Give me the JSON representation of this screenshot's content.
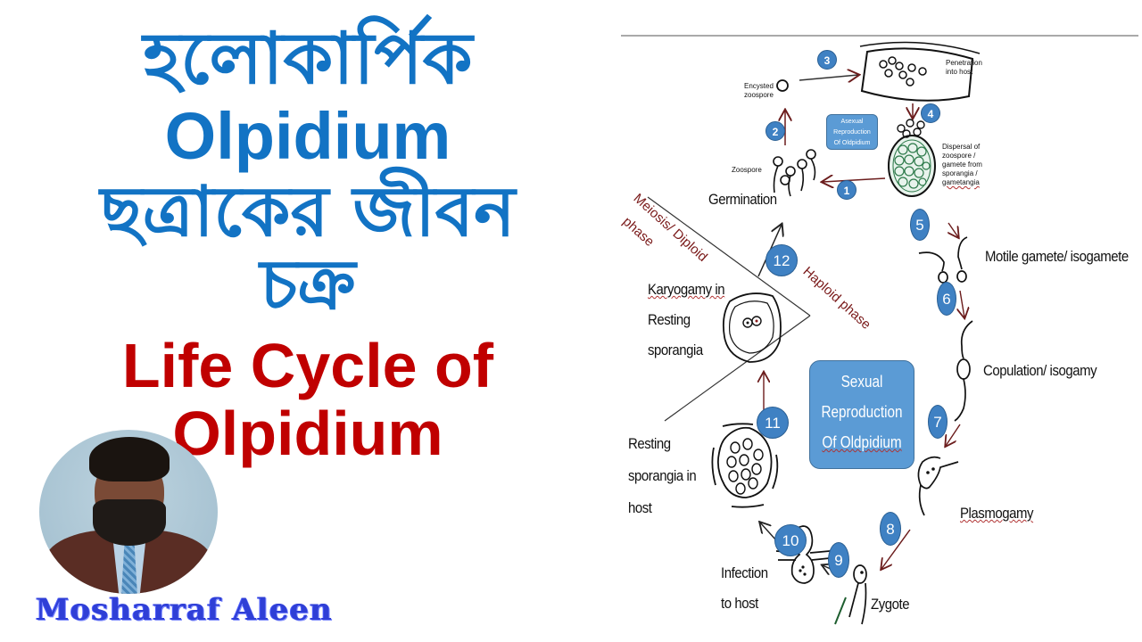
{
  "title": {
    "bengali_line1": "হলোকার্পিক",
    "english_line": "Olpidium",
    "bengali_line2": "ছত্রাকের জীবন",
    "bengali_line3": "চক্র",
    "english_red_line1": "Life Cycle of",
    "english_red_line2": "Olpidium"
  },
  "author": {
    "name": "Mosharraf Aleen",
    "photo": "author-portrait"
  },
  "colors": {
    "title_blue": "#1273c4",
    "title_red": "#c00000",
    "step_circle": "#3f81c3",
    "info_box": "#5b9bd5",
    "phase_text": "#7a1a1a",
    "signature": "#2f3fd6"
  },
  "diagram": {
    "asexual_box": [
      "Asexual",
      "Reproduction",
      "Of Oldpidium"
    ],
    "sexual_box": [
      "Sexual",
      "Reproduction",
      "Of Oldpidium"
    ],
    "phases": {
      "diploid": "Meiosis/ Diploid",
      "diploid_2": "phase",
      "haploid": "Haploid phase"
    },
    "steps": [
      {
        "num": "1",
        "label": ""
      },
      {
        "num": "2",
        "label": ""
      },
      {
        "num": "3",
        "label": ""
      },
      {
        "num": "4",
        "label": ""
      },
      {
        "num": "5",
        "label": ""
      },
      {
        "num": "6",
        "label": ""
      },
      {
        "num": "7",
        "label": ""
      },
      {
        "num": "8",
        "label": ""
      },
      {
        "num": "9",
        "label": ""
      },
      {
        "num": "10",
        "label": ""
      },
      {
        "num": "11",
        "label": ""
      },
      {
        "num": "12",
        "label": ""
      }
    ],
    "labels": {
      "encysted": [
        "Encysted",
        "zoospore"
      ],
      "penetration": [
        "Penetration",
        "into host"
      ],
      "dispersal": [
        "Dispersal of",
        "zoospore /",
        "gamete from",
        "sporangia /",
        "gametangia"
      ],
      "zoospore": "Zoospore",
      "germination": "Germination",
      "motile_gamete": "Motile gamete/ isogamete",
      "copulation": "Copulation/ isogamy",
      "plasmogamy": "Plasmogamy",
      "zygote": "Zygote",
      "infection": [
        "Infection",
        "to host"
      ],
      "resting_host": [
        "Resting",
        "sporangia in",
        "host"
      ],
      "karyogamy": [
        "Karyogamy in",
        "Resting",
        "sporangia"
      ]
    }
  }
}
